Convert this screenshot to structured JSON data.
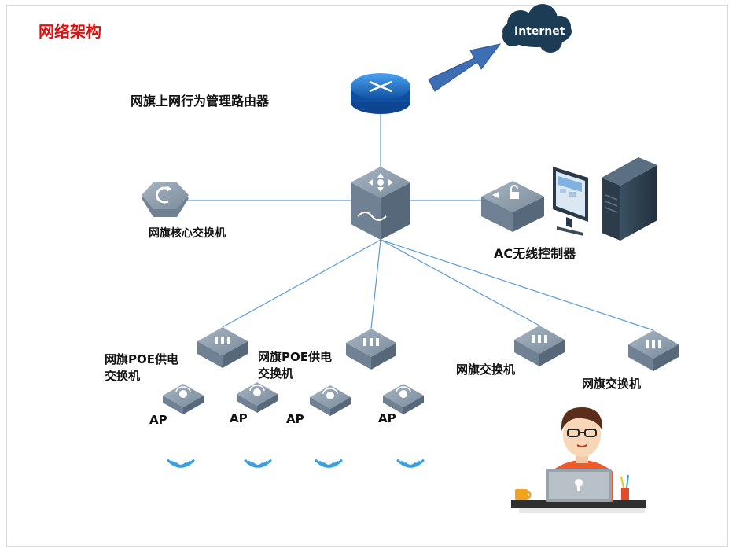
{
  "title": "网络架构",
  "nodes": {
    "internet": "Internet",
    "router": "网旗上网行为管理路由器",
    "core_switch": "网旗核心交换机",
    "ac_controller": "AC无线控制器",
    "poe_switch_1": "网旗POE供电交换机",
    "poe_switch_2": "网旗POE供电交换机",
    "switch_1": "网旗交换机",
    "switch_2": "网旗交换机",
    "ap_1": "AP",
    "ap_2": "AP",
    "ap_3": "AP",
    "ap_4": "AP"
  },
  "colors": {
    "title": "#e01010",
    "line": "#5b9bd5",
    "device_top": "#8a9bab",
    "device_side": "#5d6f80",
    "wifi": "#3aa0e0",
    "router": "#1f6fc9",
    "cloud": "#1c3b55",
    "arrow": "#3e6fb5"
  },
  "icons": [
    "cloud-icon",
    "router-icon",
    "switch-icon",
    "ac-controller-icon",
    "monitor-icon",
    "server-tower-icon",
    "access-point-icon",
    "wifi-icon",
    "person-laptop-icon",
    "arrow-icon"
  ]
}
